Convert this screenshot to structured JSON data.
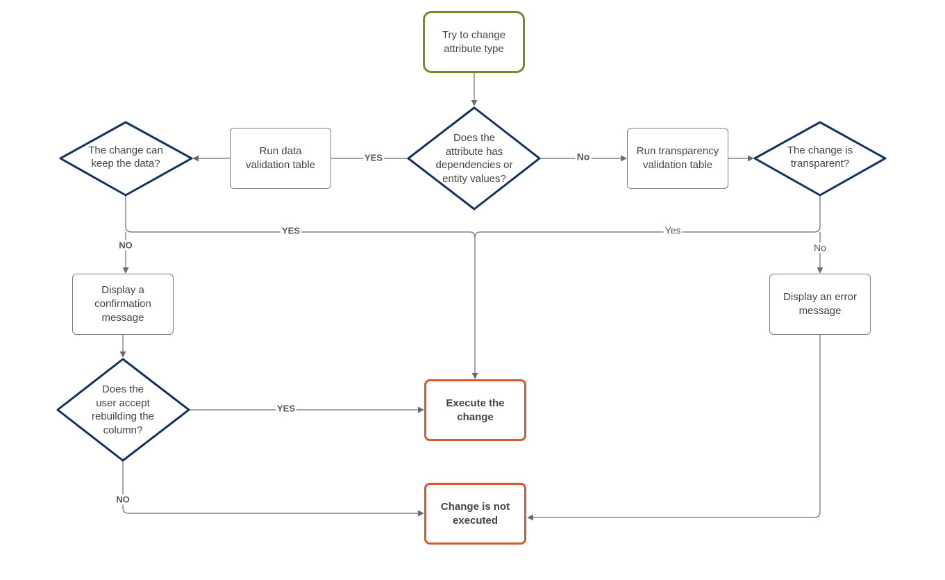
{
  "nodes": {
    "start": "Try to change\nattribute type",
    "has_dependencies": "Does the\nattribute has\ndependencies or\nentity values?",
    "run_data_validation": "Run data\nvalidation table",
    "keep_data": "The change can\nkeep the data?",
    "run_transparency_validation": "Run transparency\nvalidation table",
    "is_transparent": "The change is\ntransparent?",
    "display_confirmation": "Display a\nconfirmation\nmessage",
    "user_accepts": "Does the\nuser accept\nrebuilding the\ncolumn?",
    "execute_change": "Execute the\nchange",
    "display_error": "Display an error\nmessage",
    "not_executed": "Change is not\nexecuted"
  },
  "edge_labels": {
    "deps_yes": "YES",
    "deps_no": "No",
    "keep_yes": "YES",
    "keep_no": "NO",
    "transparent_yes": "Yes",
    "transparent_no": "No",
    "accept_yes": "YES",
    "accept_no": "NO"
  },
  "colors": {
    "decision_border": "#15325f",
    "start_border": "#6e8b2a",
    "end_border": "#d9582b",
    "process_border": "#7a7a7a",
    "connector": "#6b6b6b"
  }
}
